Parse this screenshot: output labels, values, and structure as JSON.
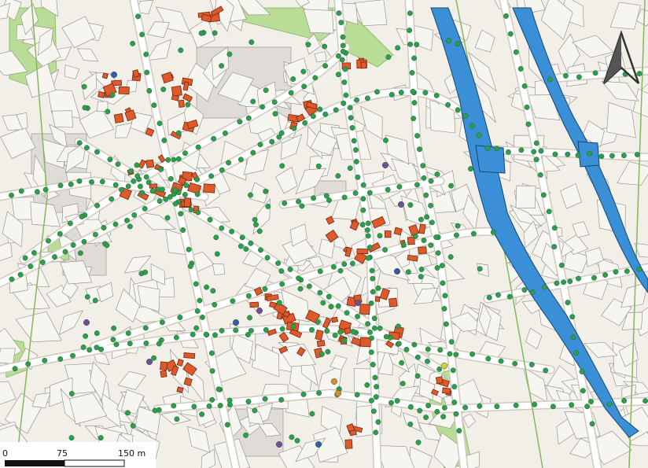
{
  "map": {
    "colors": {
      "land": "#f2efe9",
      "block": "#f7f5f0",
      "block_outline": "#8c8a86",
      "road": "#ffffff",
      "road_edge": "#cfc9c0",
      "water": "#3a8fd6",
      "water_outline": "#14476e",
      "park": "#b9dc97",
      "park_outline": "#86b65e",
      "pavement": "#dfdcd7",
      "building": "#e0592a",
      "building_outline": "#6b2a12",
      "point_green": "#2e9e4e",
      "point_purple": "#7a4a9a",
      "point_orange": "#e28a2b",
      "point_yellow": "#d8d23a",
      "point_blue": "#3a5aa8",
      "north_arrow": "#333333"
    },
    "layers": {
      "heritage_buildings": "building",
      "survey_points": "point",
      "canal": "water",
      "green_spaces": "park"
    }
  },
  "north_arrow": {
    "icon": "north-arrow-icon"
  },
  "scale_bar": {
    "labels": [
      "0",
      "75",
      "150 m"
    ]
  }
}
